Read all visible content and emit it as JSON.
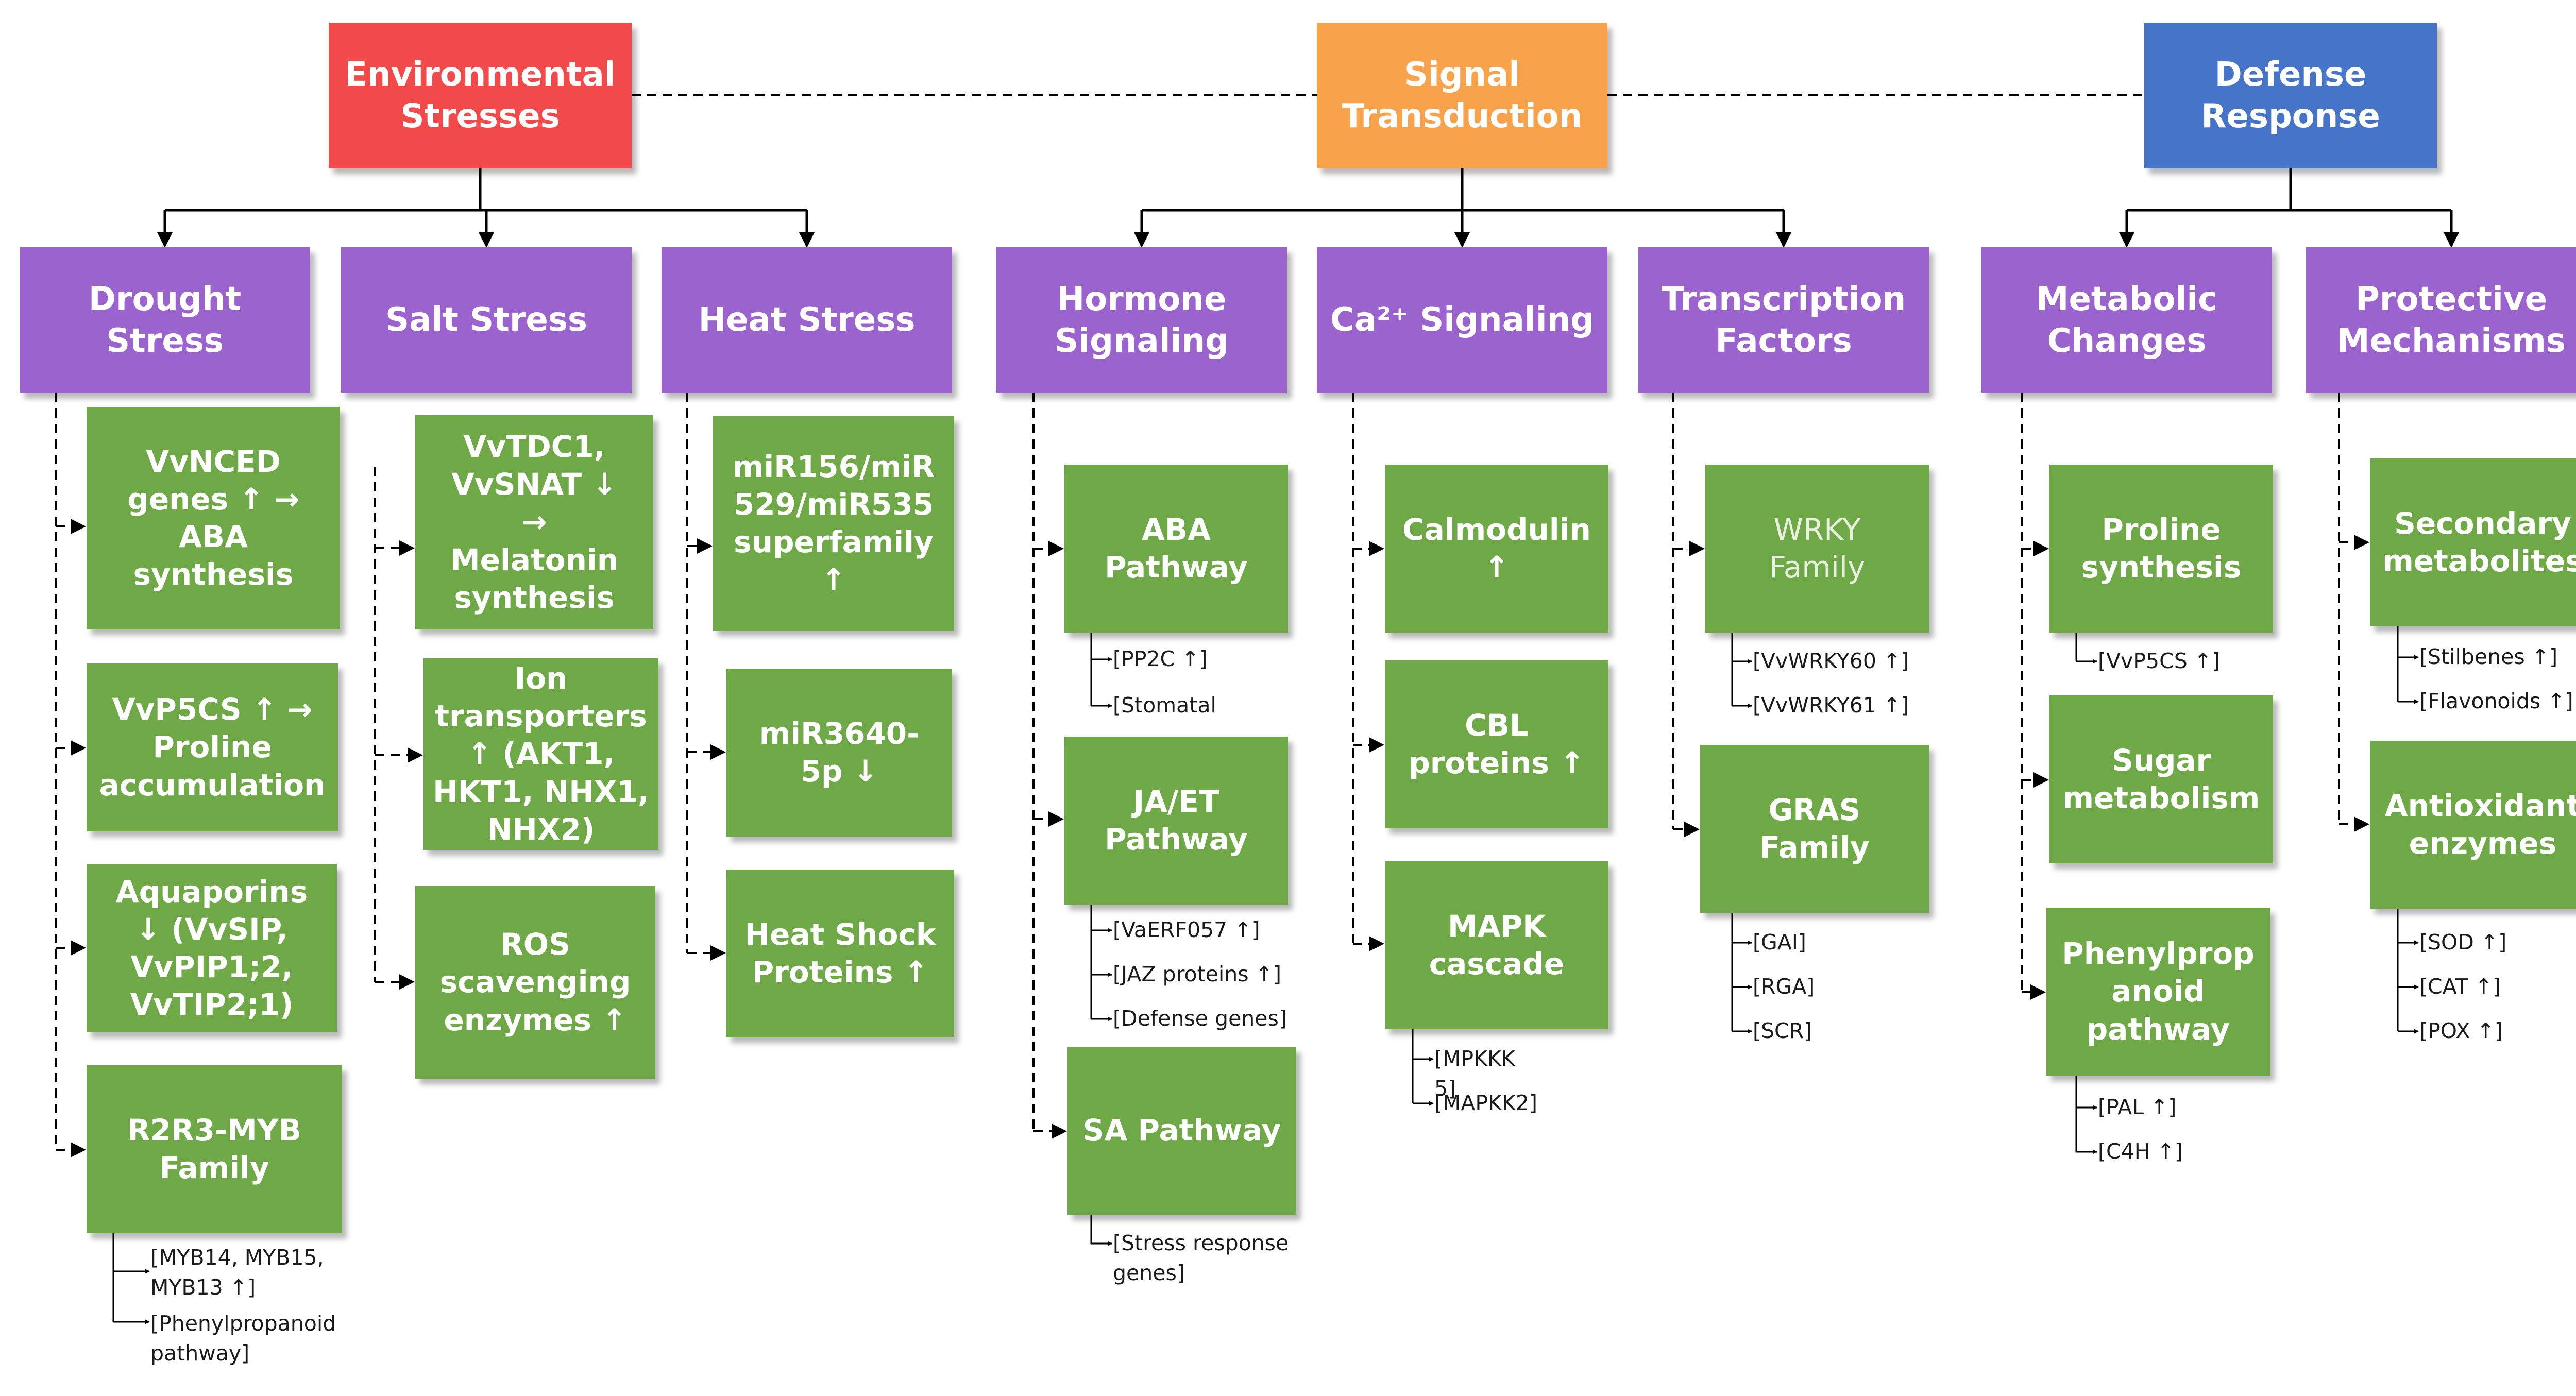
{
  "colors": {
    "environmental": "#f24a4a",
    "signal": "#f8a34b",
    "defense": "#4574c8",
    "category": "#9b63cd",
    "item": "#6fa847"
  },
  "top_nodes": {
    "environmental": "Environmental\nStresses",
    "signal": "Signal\nTransduction",
    "defense": "Defense\nResponse"
  },
  "categories": {
    "drought": "Drought\nStress",
    "salt": "Salt Stress",
    "heat": "Heat Stress",
    "hormone": "Hormone\nSignaling",
    "ca_signaling": "Ca²⁺ Signaling",
    "tf": "Transcription\nFactors",
    "metabolic": "Metabolic\nChanges",
    "protective": "Protective\nMechanisms"
  },
  "items": {
    "drought_1": "VvNCED\ngenes ↑ →\nABA\nsynthesis",
    "drought_2": "VvP5CS ↑ →\nProline\naccumulation",
    "drought_3": "Aquaporins\n↓ (VvSIP,\nVvPIP1;2,\nVvTIP2;1)",
    "drought_4": "R2R3-MYB\nFamily",
    "salt_1": "VvTDC1,\nVvSNAT ↓\n→\nMelatonin\nsynthesis",
    "salt_2": "Ion\ntransporters\n↑ (AKT1,\nHKT1, NHX1,\nNHX2)",
    "salt_3": "ROS\nscavenging\nenzymes ↑",
    "heat_1": "miR156/miR\n529/miR535\nsuperfamily\n↑",
    "heat_2": "miR3640-\n5p ↓",
    "heat_3": "Heat Shock\nProteins ↑",
    "hormone_1": "ABA\nPathway",
    "hormone_2": "JA/ET\nPathway",
    "hormone_3": "SA Pathway",
    "ca_1": "Calmodulin\n↑",
    "ca_2": "CBL\nproteins ↑",
    "ca_3": "MAPK\ncascade",
    "tf_1": "WRKY\nFamily",
    "tf_2": "GRAS\nFamily",
    "metabolic_1": "Proline\nsynthesis",
    "metabolic_2": "Sugar\nmetabolism",
    "metabolic_3": "Phenylprop\nanoid\npathway",
    "protective_1": "Secondary\nmetabolites",
    "protective_2": "Antioxidant\nenzymes"
  },
  "labels": {
    "myb_a": "[MYB14, MYB15,\nMYB13 ↑]",
    "myb_b": "[Phenylpropanoid\npathway]",
    "aba_a": "[PP2C ↑]",
    "aba_b": "[Stomatal",
    "ja_a": "[VaERF057 ↑]",
    "ja_b": "[JAZ proteins ↑]",
    "ja_c": "[Defense genes]",
    "sa_a": "[Stress response\ngenes]",
    "mapk_a": "[MPKKK\n5]",
    "mapk_b": "[MAPKK2]",
    "wrky_a": "[VvWRKY60 ↑]",
    "wrky_b": "[VvWRKY61 ↑]",
    "gras_a": "[GAI]",
    "gras_b": "[RGA]",
    "gras_c": "[SCR]",
    "proline_a": "[VvP5CS ↑]",
    "phenyl_a": "[PAL ↑]",
    "phenyl_b": "[C4H ↑]",
    "secondary_a": "[Stilbenes ↑]",
    "secondary_b": "[Flavonoids ↑]",
    "antiox_a": "[SOD ↑]",
    "antiox_b": "[CAT ↑]",
    "antiox_c": "[POX ↑]"
  }
}
